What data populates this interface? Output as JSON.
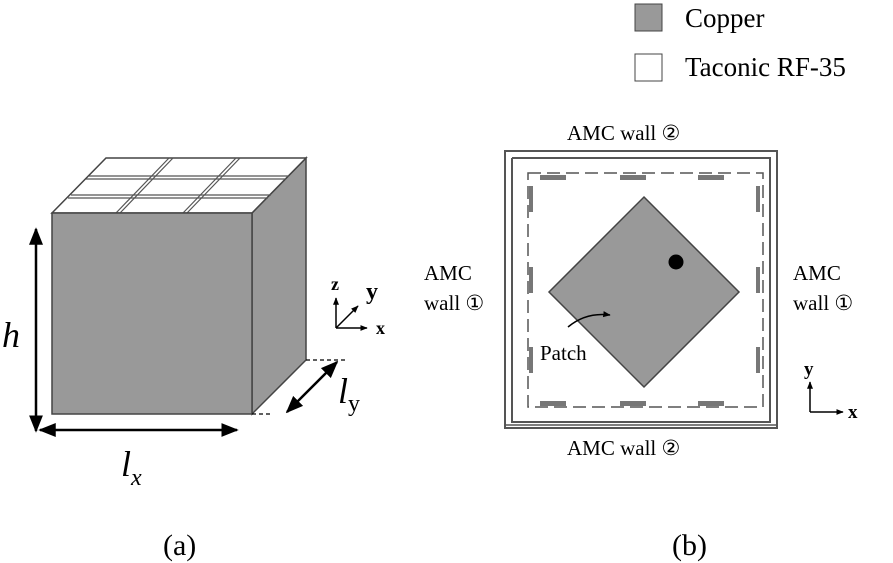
{
  "legend": {
    "items": [
      {
        "label": "Copper",
        "swatch_color": "#999999"
      },
      {
        "label": "Taconic RF-35",
        "swatch_color": "#ffffff"
      }
    ]
  },
  "panel_a": {
    "caption": "(a)",
    "dimension_h": "h",
    "dimension_lx_base": "l",
    "dimension_lx_sub": "x",
    "dimension_ly_base": "l",
    "dimension_ly_sub": "y",
    "axes": {
      "z": "z",
      "y": "y",
      "x": "x"
    }
  },
  "panel_b": {
    "caption": "(b)",
    "wall_top": "AMC wall ②",
    "wall_bottom": "AMC wall ②",
    "wall_left_line1": "AMC",
    "wall_left_line2": "wall ①",
    "wall_right_line1": "AMC",
    "wall_right_line2": "wall ①",
    "patch_label": "Patch",
    "axes": {
      "y": "y",
      "x": "x"
    }
  },
  "colors": {
    "copper": "#999999",
    "substrate": "#ffffff",
    "outline": "#444444"
  }
}
